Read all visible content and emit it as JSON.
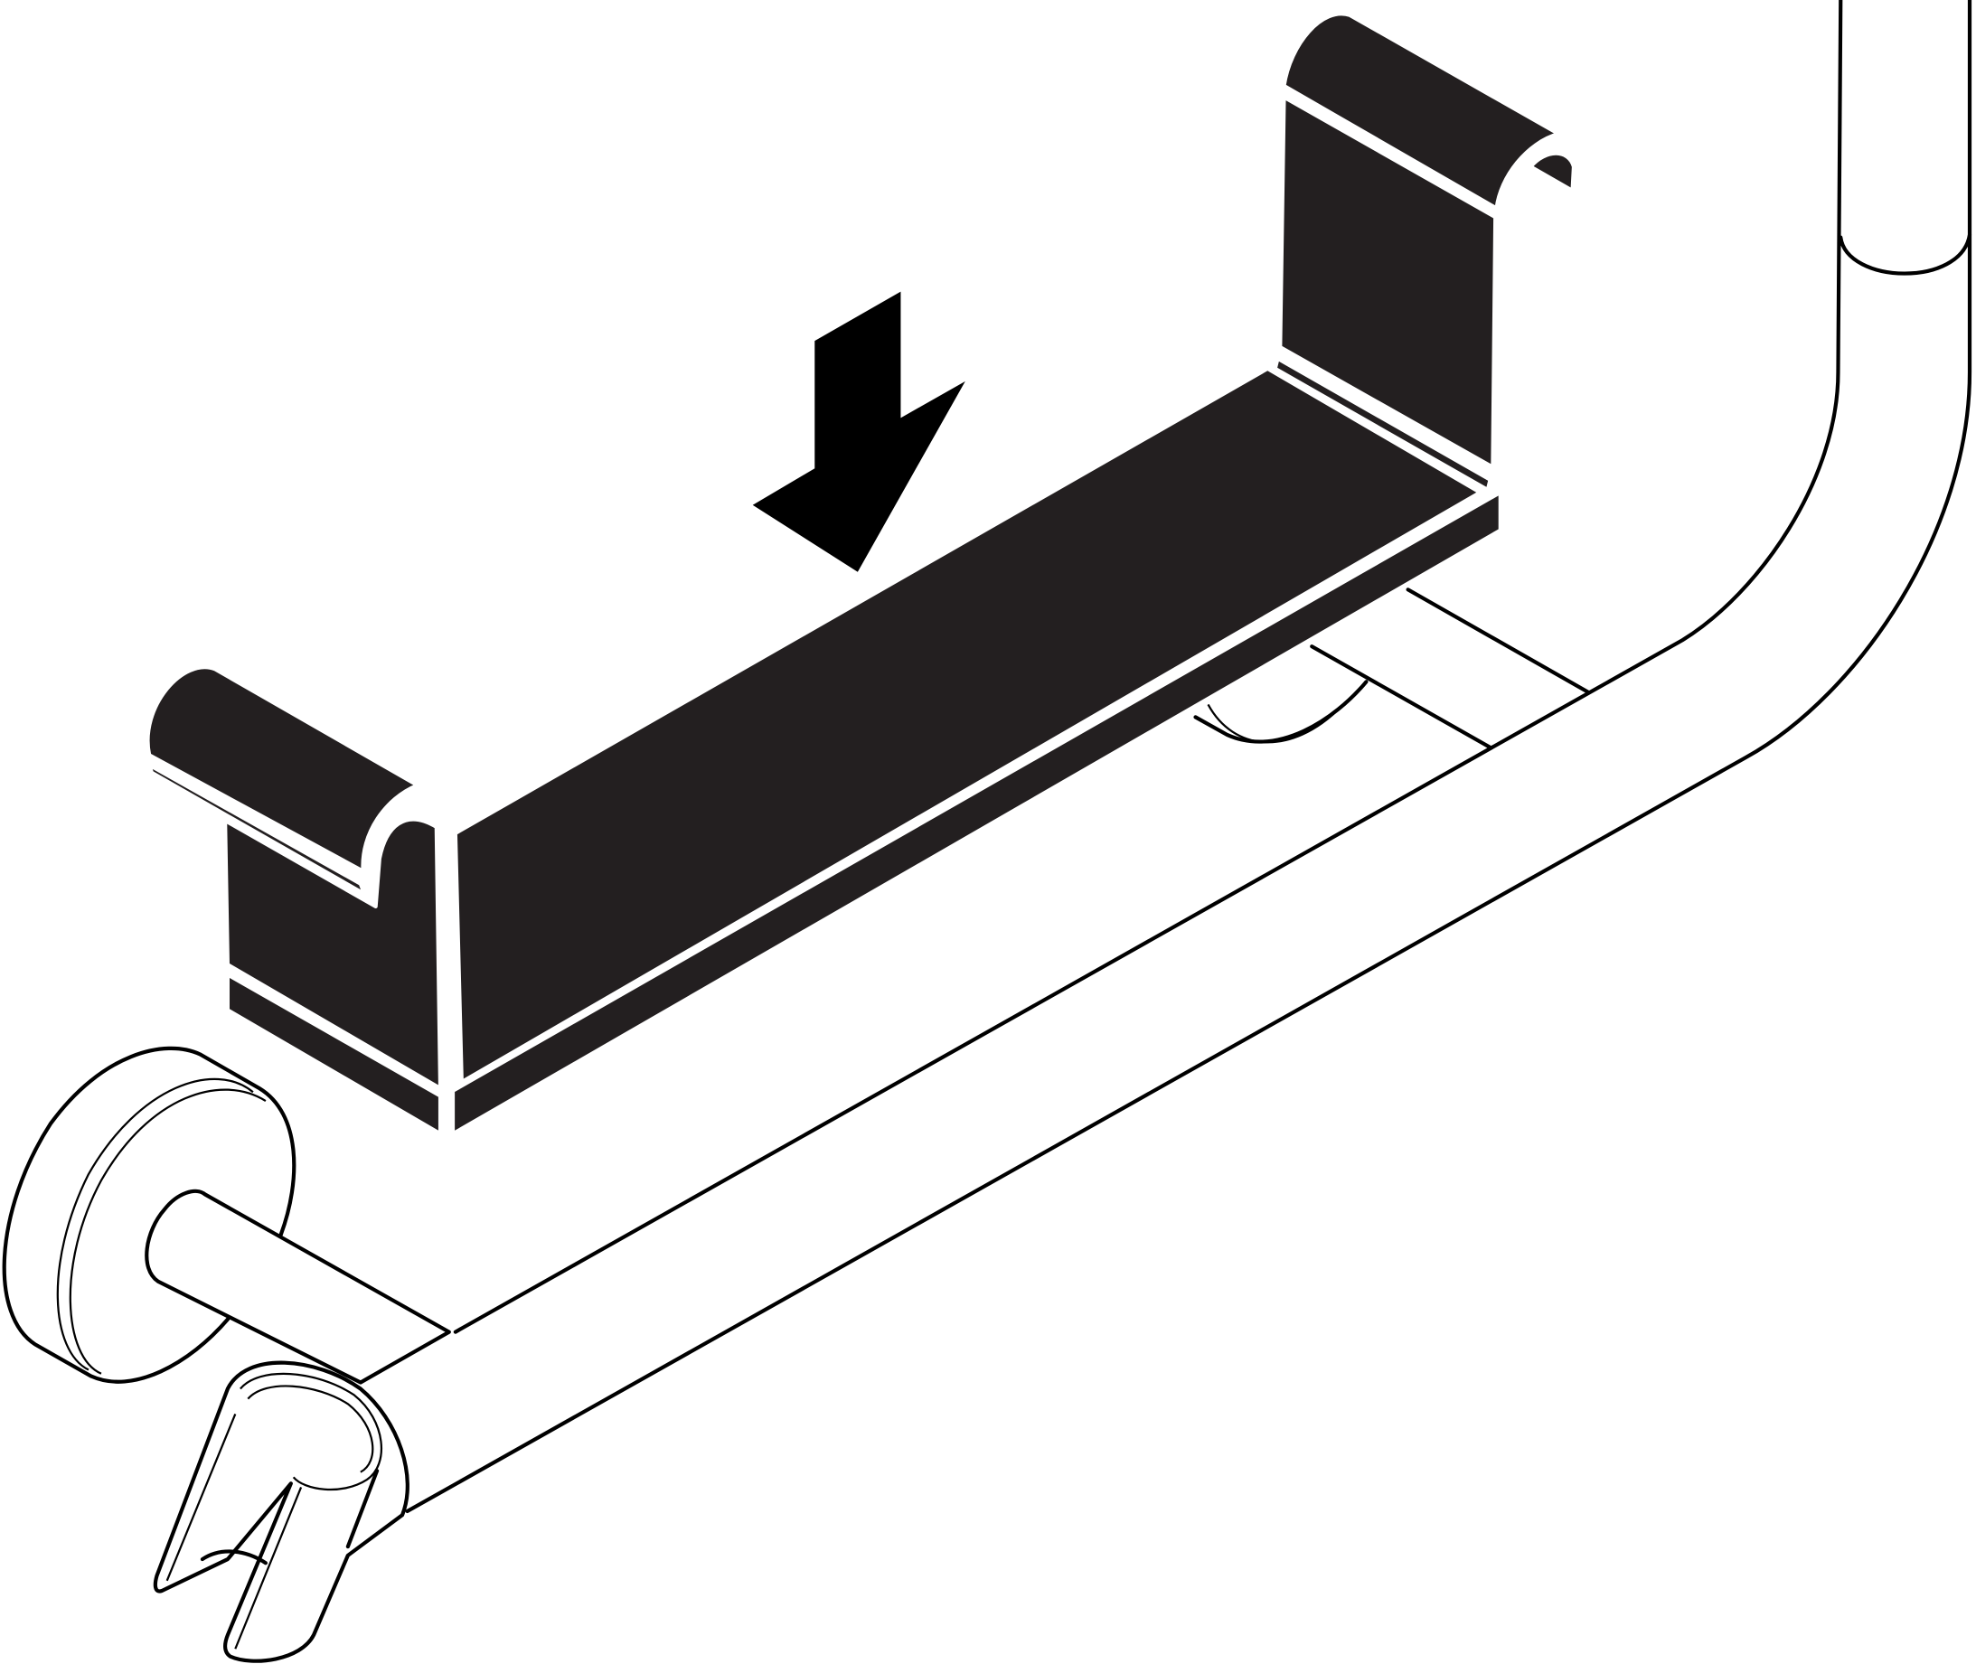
{
  "diagram": {
    "type": "installation-illustration",
    "colors": {
      "ink": "#231f20",
      "line": "#000000",
      "background": "#ffffff"
    },
    "parts": [
      "shelf",
      "press-down-arrow",
      "shower-rail",
      "wall-mount",
      "hand-shower-holder"
    ]
  }
}
